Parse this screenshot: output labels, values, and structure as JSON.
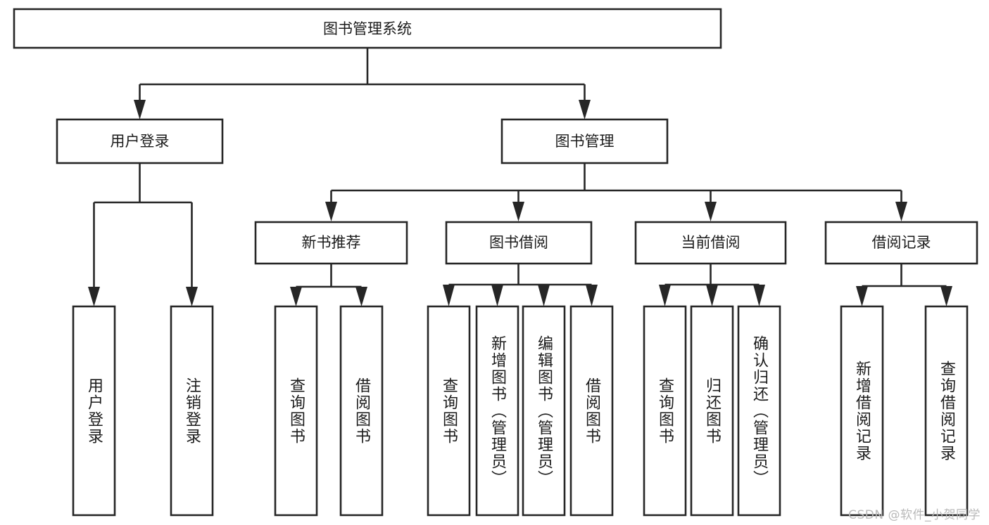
{
  "diagram": {
    "title": "图书管理系统",
    "watermark": "CSDN @软件_小贺同学",
    "colors": {
      "stroke": "#262626",
      "fill": "#ffffff",
      "text": "#1b1b1b",
      "watermark": "#b9b9b9",
      "background": "#ffffff"
    },
    "root": {
      "label": "图书管理系统"
    },
    "level2": [
      {
        "id": "user-login",
        "label": "用户登录"
      },
      {
        "id": "book-management",
        "label": "图书管理"
      }
    ],
    "level3": [
      {
        "id": "new-book-recommend",
        "label": "新书推荐"
      },
      {
        "id": "book-borrow",
        "label": "图书借阅"
      },
      {
        "id": "current-borrow",
        "label": "当前借阅"
      },
      {
        "id": "borrow-record",
        "label": "借阅记录"
      }
    ],
    "leaves": {
      "user-login": [
        {
          "id": "leaf-user-login",
          "label": "用户登录"
        },
        {
          "id": "leaf-logout-login",
          "label": "注销登录"
        }
      ],
      "new-book-recommend": [
        {
          "id": "leaf-query-book-1",
          "label": "查询图书"
        },
        {
          "id": "leaf-borrow-book-1",
          "label": "借阅图书"
        }
      ],
      "book-borrow": [
        {
          "id": "leaf-query-book-2",
          "label": "查询图书"
        },
        {
          "id": "leaf-add-book-admin",
          "label": "新增图书（管理员）"
        },
        {
          "id": "leaf-edit-book-admin",
          "label": "编辑图书（管理员）"
        },
        {
          "id": "leaf-borrow-book-2",
          "label": "借阅图书"
        }
      ],
      "current-borrow": [
        {
          "id": "leaf-query-book-3",
          "label": "查询图书"
        },
        {
          "id": "leaf-return-book",
          "label": "归还图书"
        },
        {
          "id": "leaf-confirm-return-admin",
          "label": "确认归还（管理员）"
        }
      ],
      "borrow-record": [
        {
          "id": "leaf-add-borrow-record",
          "label": "新增借阅记录"
        },
        {
          "id": "leaf-query-borrow-record",
          "label": "查询借阅记录"
        }
      ]
    }
  },
  "chart_data": {
    "type": "tree",
    "title": "图书管理系统",
    "orientation": "top-down",
    "levels": 4,
    "nodes": [
      {
        "id": "root",
        "label": "图书管理系统",
        "level": 0,
        "parent": null
      },
      {
        "id": "user-login",
        "label": "用户登录",
        "level": 1,
        "parent": "root"
      },
      {
        "id": "book-management",
        "label": "图书管理",
        "level": 1,
        "parent": "root"
      },
      {
        "id": "leaf-user-login",
        "label": "用户登录",
        "level": 2,
        "parent": "user-login"
      },
      {
        "id": "leaf-logout-login",
        "label": "注销登录",
        "level": 2,
        "parent": "user-login"
      },
      {
        "id": "new-book-recommend",
        "label": "新书推荐",
        "level": 2,
        "parent": "book-management"
      },
      {
        "id": "book-borrow",
        "label": "图书借阅",
        "level": 2,
        "parent": "book-management"
      },
      {
        "id": "current-borrow",
        "label": "当前借阅",
        "level": 2,
        "parent": "book-management"
      },
      {
        "id": "borrow-record",
        "label": "借阅记录",
        "level": 2,
        "parent": "book-management"
      },
      {
        "id": "leaf-query-book-1",
        "label": "查询图书",
        "level": 3,
        "parent": "new-book-recommend"
      },
      {
        "id": "leaf-borrow-book-1",
        "label": "借阅图书",
        "level": 3,
        "parent": "new-book-recommend"
      },
      {
        "id": "leaf-query-book-2",
        "label": "查询图书",
        "level": 3,
        "parent": "book-borrow"
      },
      {
        "id": "leaf-add-book-admin",
        "label": "新增图书（管理员）",
        "level": 3,
        "parent": "book-borrow"
      },
      {
        "id": "leaf-edit-book-admin",
        "label": "编辑图书（管理员）",
        "level": 3,
        "parent": "book-borrow"
      },
      {
        "id": "leaf-borrow-book-2",
        "label": "借阅图书",
        "level": 3,
        "parent": "book-borrow"
      },
      {
        "id": "leaf-query-book-3",
        "label": "查询图书",
        "level": 3,
        "parent": "current-borrow"
      },
      {
        "id": "leaf-return-book",
        "label": "归还图书",
        "level": 3,
        "parent": "current-borrow"
      },
      {
        "id": "leaf-confirm-return-admin",
        "label": "确认归还（管理员）",
        "level": 3,
        "parent": "current-borrow"
      },
      {
        "id": "leaf-add-borrow-record",
        "label": "新增借阅记录",
        "level": 3,
        "parent": "borrow-record"
      },
      {
        "id": "leaf-query-borrow-record",
        "label": "查询借阅记录",
        "level": 3,
        "parent": "borrow-record"
      }
    ]
  }
}
